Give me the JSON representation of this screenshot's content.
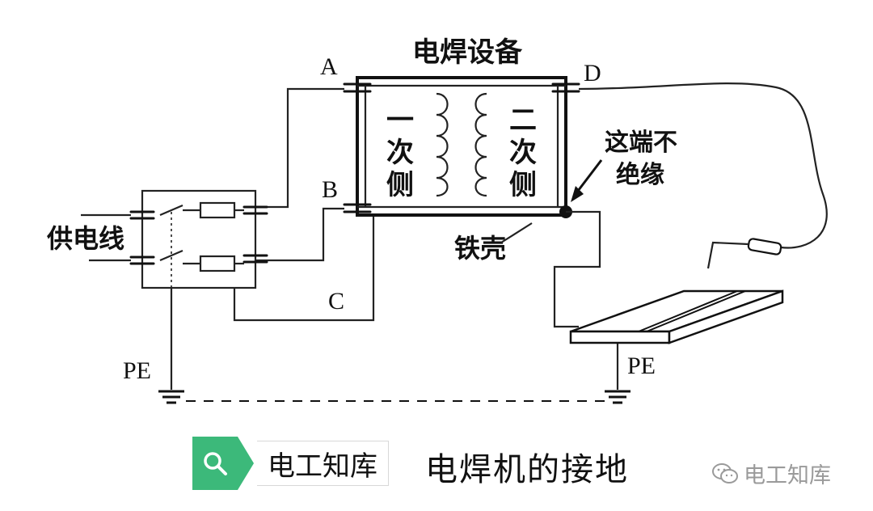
{
  "diagram": {
    "title": "电焊设备",
    "terminal_a": "A",
    "terminal_b": "B",
    "terminal_c": "C",
    "terminal_d": "D",
    "primary_winding": [
      "一",
      "次",
      "侧"
    ],
    "secondary_winding": [
      "二",
      "次",
      "侧"
    ],
    "not_insulated_note": [
      "这端不",
      "绝缘"
    ],
    "iron_case": "铁壳",
    "power_line": "供电线",
    "pe_left": "PE",
    "pe_right": "PE"
  },
  "footer": {
    "badge_label": "电工知库",
    "caption": "电焊机的接地",
    "watermark": "电工知库"
  },
  "colors": {
    "badge_green": "#3cb97a",
    "watermark_gray": "#9a9a9a"
  },
  "icons": [
    "search-icon",
    "wechat-icon",
    "ground-symbol-icon",
    "welding-electrode-icon"
  ]
}
